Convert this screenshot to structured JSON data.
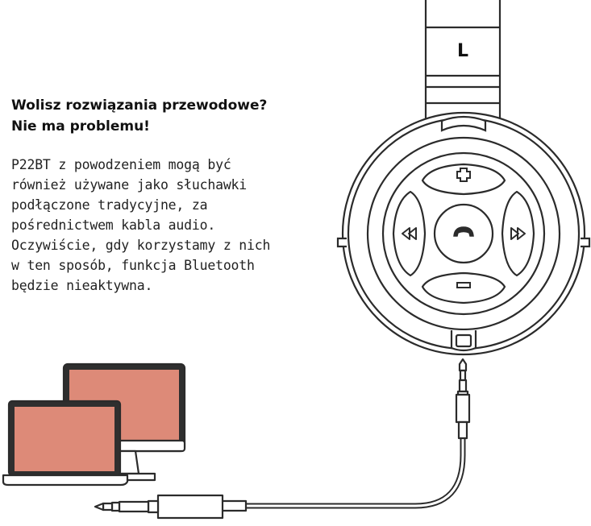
{
  "headline": {
    "line1": "Wolisz rozwiązania przewodowe?",
    "line2": "Nie ma problemu!"
  },
  "body": {
    "lines": [
      "P22BT z powodzeniem mogą być",
      "również używane jako słuchawki",
      "podłączone tradycyjne, za",
      "pośrednictwem kabla audio.",
      "Oczywiście, gdy korzystamy z nich",
      "w ten sposób, funkcja Bluetooth",
      "będzie nieaktywna."
    ]
  },
  "headphone": {
    "side_label": "L"
  },
  "colors": {
    "screen": "#dd8a78",
    "outline": "#2b2b2b",
    "fill": "#ffffff",
    "screen_bezel": "#2f2f2f"
  },
  "icons": {
    "volume_up": "plus-icon",
    "volume_down": "minus-icon",
    "previous": "rewind-icon",
    "next": "fast-forward-icon",
    "call": "phone-icon"
  }
}
